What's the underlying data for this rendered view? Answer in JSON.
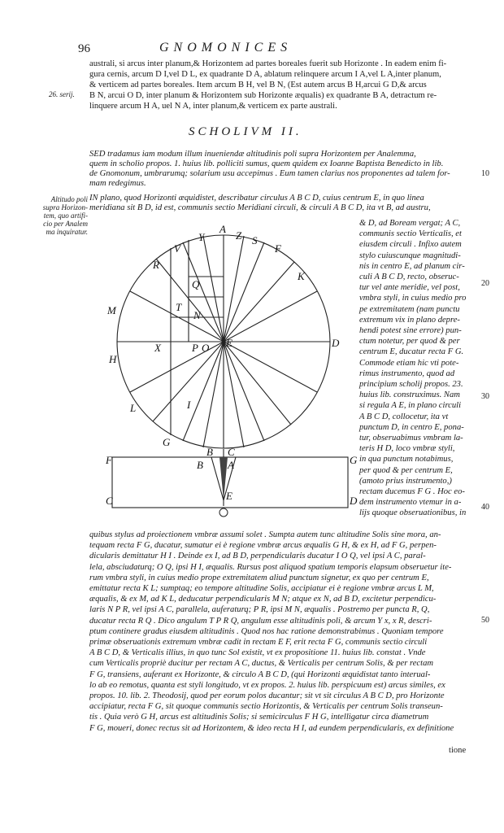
{
  "page_number": "96",
  "running_head": "GNOMONICES",
  "top_paragraph": [
    "australi, si arcus inter planum,& Horizontem ad partes boreales fuerit sub Horizonte . In eadem enim fi-",
    "gura cernis, arcum D I,vel D L, ex quadrante D A, ablatum relinquere arcum I A,vel L A,inter planum,",
    "& verticem ad partes boreales. Item arcum B H, vel B N, (Est autem arcus B H,arcui G D,& arcus",
    "B N, arcui O D, inter planum & Horizontem sub Horizonte æqualis) ex quadrante B A, detractum re-",
    "linquere arcum H A, uel N A, inter planum,& verticem ex parte australi."
  ],
  "margin_note_left_1": "26. serij.",
  "section_heading": "SCHOLIVM II.",
  "intro_lines": [
    "SED tradamus iam modum illum inueniendæ altitudinis poli supra Horizontem per Analemma,",
    "quem in scholio propos. 1. huius lib. polliciti sumus, quem quidem ex Ioanne Baptista Benedicto in lib.",
    "de Gnomonum, umbrarumq; solarium usu accepimus . Eum tamen clarius nos proponentes ad talem for-",
    "mam redegimus."
  ],
  "line_number_10": "10",
  "margin_note_left_2": [
    "Altitudo poli",
    "supra Horizon-",
    "tem, quo artifi-",
    "cio per Analem",
    "ma inquiratur."
  ],
  "first_line": "IN plano, quod Horizonti æquidistet, describatur circulus A B C D, cuius centrum E, in quo linea",
  "second_line": "meridiana sit B D, id est, communis sectio Meridiani circuli, & circuli A B C D, ita vt B, ad austru,",
  "side_column": [
    "& D, ad Boream vergat; A C,",
    "communis sectio Verticalis, et",
    "eiusdem circuli . Infixo autem",
    "stylo cuiuscunque magnitudi-",
    "nis in centro E, ad planum cir-",
    "culi A B C D, recto, obseruc-",
    "tur vel ante meridie, vel post,",
    "vmbra styli, in cuius medio pro",
    "pe extremitatem (nam punctu",
    "extremum vix in plano depre-",
    "hendi potest sine errore) pun-",
    "ctum notetur, per quod & per",
    "centrum E, ducatur recta F G.",
    "Commode etiam hic vti pote-",
    "rimus instrumento, quod ad",
    "principium scholij propos. 23.",
    "huius lib. construximus. Nam",
    "si regula A E, in plano circuli",
    "A B C D, collocetur, ita vt",
    "punctum D, in centro E, pona-",
    "tur, obseruabimus vmbram la-",
    "teris H D, loco vmbræ styli,",
    "in qua punctum notabimus,",
    "per quod & per centrum E,",
    "(amoto prius instrumento,)",
    "rectam ducemus F G . Hoc eo-",
    "dem instrumento vtemur in a-",
    "lijs quoque obseruationibus, in"
  ],
  "line_number_20": "20",
  "line_number_30": "30",
  "line_number_40": "40",
  "line_number_50": "50",
  "bottom_lines": [
    "quibus stylus ad proiectionem vmbræ assumi solet . Sumpta autem tunc altitudine Solis sine mora, an-",
    "tequam recta F G, ducatur, sumatur ei è regione vmbræ arcus æqualis G H, & ex H, ad F G, perpen-",
    "dicularis demittatur H I . Deinde ex I, ad B D, perpendicularis ducatur I O Q, vel ipsi A C, paral-",
    "lela, absciudaturq; O Q, ipsi H I, æqualis. Rursus post aliquod spatium temporis elapsum obseruetur ite-",
    "rum vmbra styli, in cuius medio prope extremitatem aliud punctum signetur, ex quo per centrum E,",
    "emittatur recta K L; sumptaq; eo tempore altitudine Solis, accipiatur ei è regione vmbræ arcus L M,",
    "æqualis, & ex M, ad K L, deducatur perpendicularis M N; atque ex N, ad B D, excitetur perpendicu-",
    "laris N P R, vel ipsi A C, parallela, auferaturq; P R, ipsi M N, æqualis . Postremo per puncta R, Q,",
    "ducatur recta R Q . Dico angulum T P R Q, angulum esse altitudinis poli, & arcum Y x, x R, descri-",
    "ptum continere gradus eiusdem altitudinis . Quod nos hac ratione demonstrabimus . Quoniam tempore",
    "primæ obseruationis extremum vmbræ cadit in rectam E F, erit recta F G, communis sectio circuli",
    "A B C D, & Verticalis illius, in quo tunc Sol existit, vt ex propositione 11. huius lib. constat . Vnde",
    "cum Verticalis propriè ducitur per rectam A C, ductus, & Verticalis per centrum Solis, & per rectam",
    "F G, transiens, auferant ex Horizonte, & circulo A B C D, (qui Horizonti æquidistat tanto interual-",
    "lo ab eo remotus, quanta est styli longitudo, vt ex propos. 2. huius lib. perspicuum est) arcus similes, ex",
    "propos. 10. lib. 2. Theodosij, quod per eorum polos ducantur; sit vt sit circulus A B C D, pro Horizonte",
    "accipiatur, recta F G, sit quoque communis sectio Horizontis, & Verticalis per centrum Solis transeun-",
    "tis . Quia verò G H, arcus est altitudinis Solis; si semicirculus F H G, intelligatur circa diametrum",
    "F G, moueri, donec rectus sit ad Horizontem, & ideo recta H I, ad eundem perpendicularis, ex definitione"
  ],
  "catchword": "tione",
  "figure_labels": {
    "A": "A",
    "B": "B",
    "C": "C",
    "D": "D",
    "E": "E",
    "F": "F",
    "G": "G",
    "H": "H",
    "I": "I",
    "K": "K",
    "L": "L",
    "M": "M",
    "N": "N",
    "O": "O",
    "P": "P",
    "Q": "Q",
    "R": "R",
    "S": "S",
    "T": "T",
    "V": "V",
    "X": "X",
    "Y": "Y",
    "Z": "Z"
  }
}
